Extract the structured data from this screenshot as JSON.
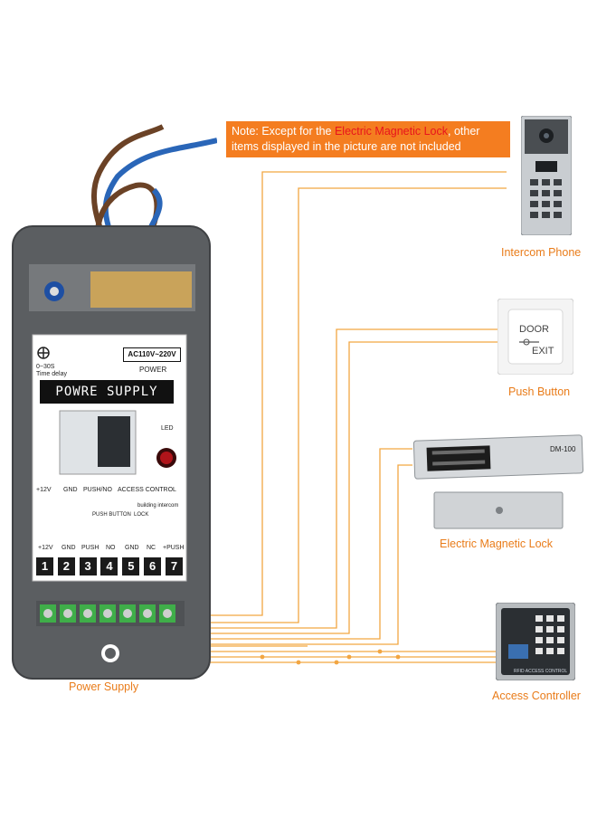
{
  "note": {
    "prefix": "Note: Except for the ",
    "highlight": "Electric Magnetic Lock",
    "suffix": ", other items displayed in the picture are not included"
  },
  "labels": {
    "intercom_phone": "Intercom Phone",
    "push_button": "Push Button",
    "electric_magnetic_lock": "Electric Magnetic Lock",
    "power_supply": "Power Supply",
    "access_controller": "Access Controller"
  },
  "device": {
    "voltage": "AC110V~220V",
    "power": "POWER",
    "time_delay_range": "0~30S",
    "time_delay": "Time delay",
    "screen": "POWRE SUPPLY",
    "led": "LED",
    "top_terminals": [
      "+12V",
      "GND",
      "PUSH/NO",
      "ACCESS CONTROL"
    ],
    "building_intercom": "building intercom",
    "push_button": "PUSH BUTTON",
    "lock": "LOCK",
    "bottom_terminals": [
      "+12V",
      "GND",
      "PUSH",
      "NO",
      "GND",
      "NC",
      "+PUSH"
    ],
    "numbers": [
      "1",
      "2",
      "3",
      "4",
      "5",
      "6",
      "7"
    ]
  },
  "push_button_device": {
    "door": "DOOR",
    "exit": "EXIT"
  },
  "mag_lock_device": {
    "model": "DM-100"
  },
  "access_controller_device": {
    "caption": "RFID ACCESS CONTROL"
  },
  "colors": {
    "orange": "#f47d20",
    "label_orange": "#e97c1a",
    "red": "#e8141c",
    "housing": "#5b5e61"
  }
}
